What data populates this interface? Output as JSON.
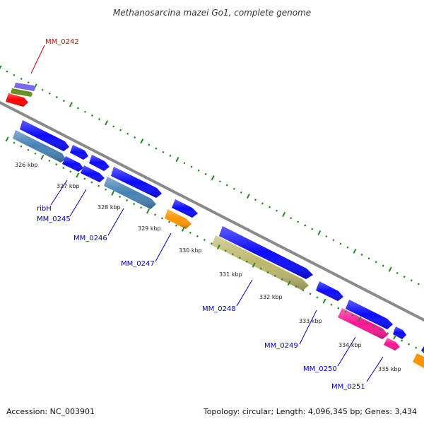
{
  "title": "Methanosarcina mazei Go1, complete genome",
  "footer": {
    "accession": "Accession: NC_003901",
    "summary": "Topology: circular; Length: 4,096,345 bp; Genes: 3,434"
  },
  "ticks": [
    "326 kbp",
    "327 kbp",
    "328 kbp",
    "329 kbp",
    "330 kbp",
    "331 kbp",
    "332 kbp",
    "333 kbp",
    "334 kbp",
    "335 kbp"
  ],
  "gene_labels": [
    "MM_0242",
    "ribH",
    "MM_0245",
    "MM_0246",
    "MM_0247",
    "MM_0248",
    "MM_0249",
    "MM_0250",
    "MM_0251"
  ],
  "colors": {
    "cds_blue": "#0a0aff",
    "steelblue": "#4682b4",
    "orange": "#ff9500",
    "khaki": "#bdb76b",
    "pink": "#ff1493",
    "red": "#ff0000",
    "purple": "#7b68ee",
    "olive": "#6b8e23",
    "backbone": "#888888",
    "ring_green": "#228b22",
    "label_red": "#cc0000",
    "label_blue": "#0000b3"
  }
}
